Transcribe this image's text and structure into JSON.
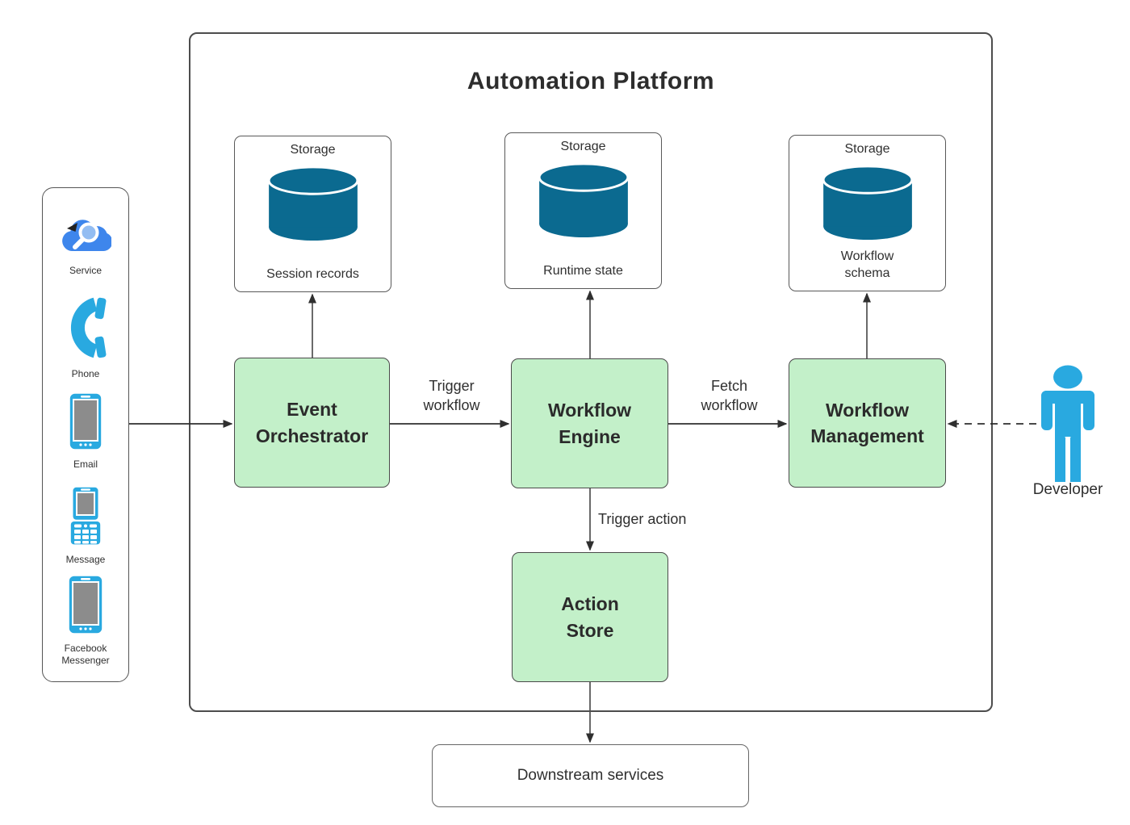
{
  "colors": {
    "accent_blue": "#29a9e0",
    "database_blue": "#0b6a90",
    "component_green": "#c3f0c9",
    "connector_gray": "#4a4a4a"
  },
  "channels_panel": {
    "items": [
      {
        "label": "Service",
        "icon": "cloud-search-icon"
      },
      {
        "label": "Phone",
        "icon": "phone-handset-icon"
      },
      {
        "label": "Email",
        "icon": "tablet-icon"
      },
      {
        "label": "Message",
        "icon": "feature-phone-icon"
      },
      {
        "label": "Facebook Messenger",
        "icon": "tablet-icon"
      }
    ]
  },
  "platform": {
    "title": "Automation Platform",
    "storages": [
      {
        "title": "Storage",
        "label": "Session records",
        "icon": "database-cylinder-icon"
      },
      {
        "title": "Storage",
        "label": "Runtime state",
        "icon": "database-cylinder-icon"
      },
      {
        "title": "Storage",
        "label": "Workflow schema",
        "icon": "database-cylinder-icon"
      }
    ],
    "components": [
      {
        "label": "Event Orchestrator"
      },
      {
        "label": "Workflow Engine"
      },
      {
        "label": "Workflow Management"
      },
      {
        "label": "Action Store"
      }
    ]
  },
  "external": {
    "downstream_label": "Downstream services",
    "developer_label": "Developer"
  },
  "edges": [
    {
      "from": "channels-panel",
      "to": "event-orchestrator",
      "label": "",
      "style": "solid"
    },
    {
      "from": "event-orchestrator",
      "to": "workflow-engine",
      "label": "Trigger workflow",
      "style": "solid"
    },
    {
      "from": "workflow-engine",
      "to": "workflow-management",
      "label": "Fetch workflow",
      "style": "solid"
    },
    {
      "from": "event-orchestrator",
      "to": "storage-session-records",
      "label": "",
      "style": "solid"
    },
    {
      "from": "workflow-engine",
      "to": "storage-runtime-state",
      "label": "",
      "style": "solid"
    },
    {
      "from": "workflow-management",
      "to": "storage-workflow-schema",
      "label": "",
      "style": "solid"
    },
    {
      "from": "workflow-engine",
      "to": "action-store",
      "label": "Trigger action",
      "style": "solid"
    },
    {
      "from": "action-store",
      "to": "downstream-services",
      "label": "",
      "style": "solid"
    },
    {
      "from": "developer",
      "to": "workflow-management",
      "label": "",
      "style": "dashed"
    }
  ]
}
